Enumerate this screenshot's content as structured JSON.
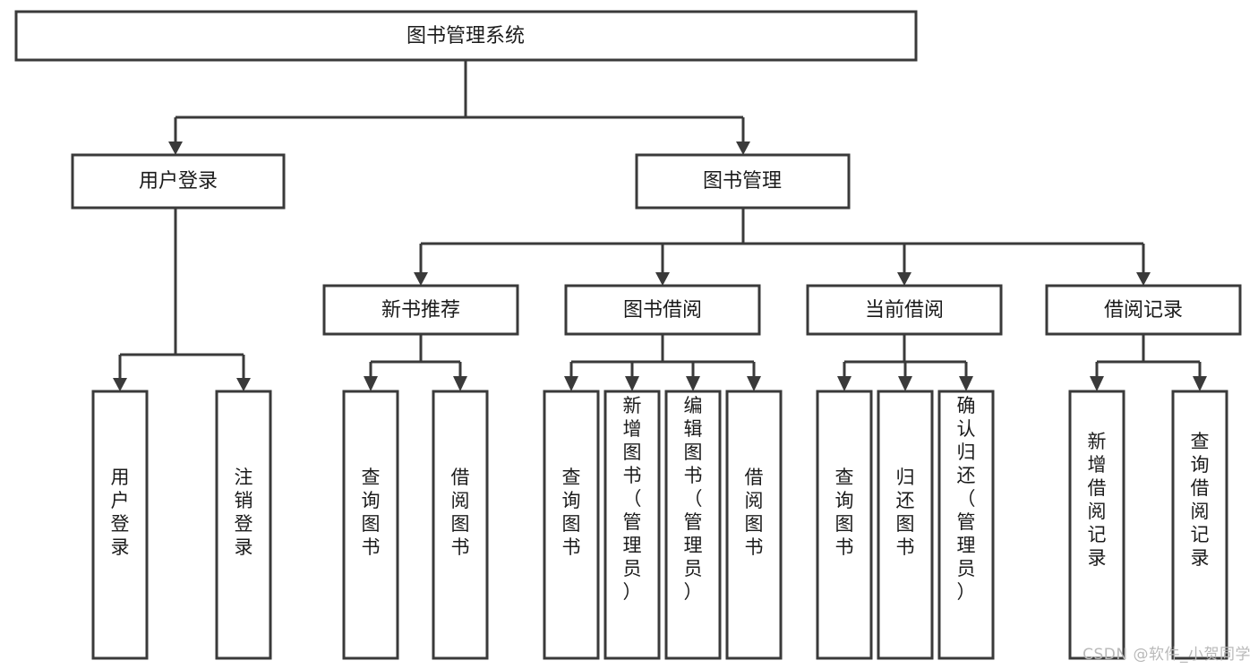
{
  "diagram": {
    "title": "图书管理系统",
    "type": "tree-structure-chart",
    "colors": {
      "box_stroke": "#3a3a3a",
      "box_fill": "#ffffff",
      "text": "#1b1b1b",
      "connector": "#3a3a3a",
      "watermark": "#b9b9b9",
      "background": "#ffffff"
    },
    "root": {
      "id": "root",
      "label": "图书管理系统",
      "orientation": "horizontal"
    },
    "level2": [
      {
        "id": "user-login",
        "label": "用户登录",
        "orientation": "horizontal"
      },
      {
        "id": "book-manage",
        "label": "图书管理",
        "orientation": "horizontal"
      }
    ],
    "level3": [
      {
        "id": "new-book-recommend",
        "label": "新书推荐",
        "orientation": "horizontal",
        "parent": "book-manage"
      },
      {
        "id": "book-borrow",
        "label": "图书借阅",
        "orientation": "horizontal",
        "parent": "book-manage"
      },
      {
        "id": "current-borrow",
        "label": "当前借阅",
        "orientation": "horizontal",
        "parent": "book-manage"
      },
      {
        "id": "borrow-record",
        "label": "借阅记录",
        "orientation": "horizontal",
        "parent": "book-manage"
      }
    ],
    "leaves": [
      {
        "id": "leaf-user-login",
        "label": "用户登录",
        "parent": "user-login",
        "orientation": "vertical"
      },
      {
        "id": "leaf-logout",
        "label": "注销登录",
        "parent": "user-login",
        "orientation": "vertical"
      },
      {
        "id": "leaf-query-book-1",
        "label": "查询图书",
        "parent": "new-book-recommend",
        "orientation": "vertical"
      },
      {
        "id": "leaf-borrow-book-1",
        "label": "借阅图书",
        "parent": "new-book-recommend",
        "orientation": "vertical"
      },
      {
        "id": "leaf-query-book-2",
        "label": "查询图书",
        "parent": "book-borrow",
        "orientation": "vertical"
      },
      {
        "id": "leaf-add-book",
        "label": "新增图书（管理员）",
        "parent": "book-borrow",
        "orientation": "vertical"
      },
      {
        "id": "leaf-edit-book",
        "label": "编辑图书（管理员）",
        "parent": "book-borrow",
        "orientation": "vertical"
      },
      {
        "id": "leaf-borrow-book-2",
        "label": "借阅图书",
        "parent": "book-borrow",
        "orientation": "vertical"
      },
      {
        "id": "leaf-query-book-3",
        "label": "查询图书",
        "parent": "current-borrow",
        "orientation": "vertical"
      },
      {
        "id": "leaf-return-book",
        "label": "归还图书",
        "parent": "current-borrow",
        "orientation": "vertical"
      },
      {
        "id": "leaf-confirm-return",
        "label": "确认归还（管理员）",
        "parent": "current-borrow",
        "orientation": "vertical"
      },
      {
        "id": "leaf-add-record",
        "label": "新增借阅记录",
        "parent": "borrow-record",
        "orientation": "vertical"
      },
      {
        "id": "leaf-query-record",
        "label": "查询借阅记录",
        "parent": "borrow-record",
        "orientation": "vertical"
      }
    ],
    "watermark": "CSDN @软件_小贺同学"
  }
}
